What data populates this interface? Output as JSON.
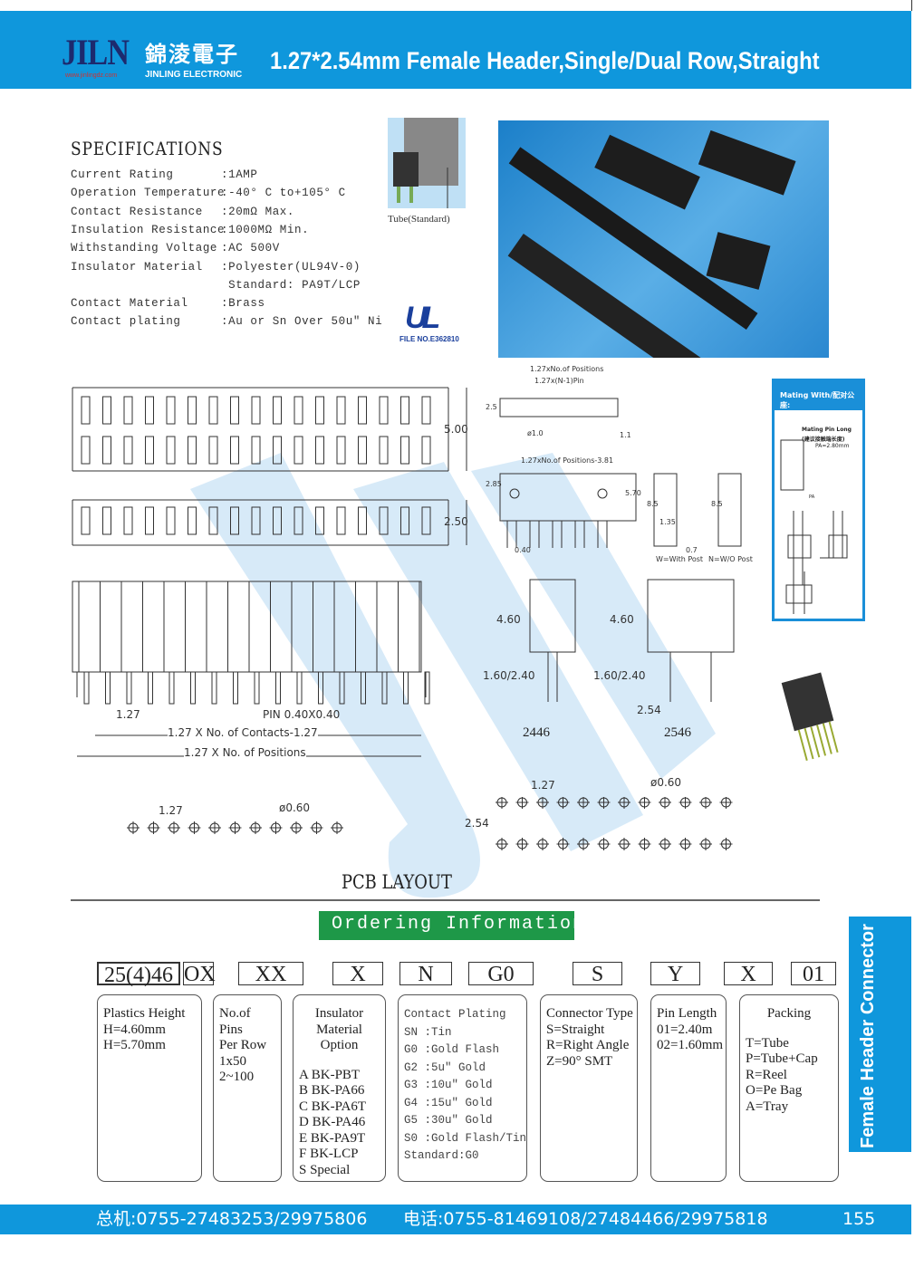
{
  "header": {
    "logo": "JILN",
    "logo_url": "www.jinlingdz.com",
    "brand_cn": "錦淩電子",
    "brand_en": "JINLING ELECTRONIC",
    "title": "1.27*2.54mm Female Header,Single/Dual Row,Straight"
  },
  "specs": {
    "title": "SPECIFICATIONS",
    "rows": [
      {
        "k": "Current Rating",
        "v": ":1AMP"
      },
      {
        "k": "Operation Temperature",
        "v": ":-40° C to+105° C"
      },
      {
        "k": "Contact Resistance",
        "v": ":20mΩ Max."
      },
      {
        "k": "Insulation Resistance",
        "v": ":1000MΩ Min."
      },
      {
        "k": "Withstanding Voltage",
        "v": ":AC 500V"
      },
      {
        "k": "Insulator Material",
        "v": ":Polyester(UL94V-0)"
      },
      {
        "k": "",
        "v": " Standard: PA9T/LCP"
      },
      {
        "k": "Contact Material",
        "v": ":Brass"
      },
      {
        "k": "Contact plating",
        "v": ":Au or Sn Over 50u\" Ni"
      }
    ]
  },
  "tube_caption": "Tube(Standard)",
  "ul": {
    "logo": "UL",
    "file": "FILE NO.E362810"
  },
  "drawing": {
    "d500": "5.00",
    "d250": "2.50",
    "pitch": "1.27",
    "pin": "PIN 0.40X0.40",
    "contacts": "1.27 X No. of Contacts-1.27",
    "positions": "1.27 X No. of Positions",
    "top_pos": "1.27xNo.of Positions",
    "top_n1": "1.27x(N-1)Pin",
    "d25": "2.5",
    "phi1": "ø1.0",
    "d11": "1.1",
    "pos381": "1.27xNo.of Positions-3.81",
    "d285": "2.85",
    "d570": "5.70",
    "d85": "8.5",
    "d135": "1.35",
    "d040": "0.40",
    "d07": "0.7",
    "w_post": "W=With Post",
    "n_post": "N=W/O Post",
    "h460": "4.60",
    "pinlen": "1.60/2.40",
    "p254": "2.54",
    "m2446": "2446",
    "m2546": "2546",
    "phi06": "ø0.60",
    "row254": "2.54"
  },
  "mating": {
    "title": "Mating With/配对公座:",
    "pin_long": "Mating Pin Long",
    "pin_long_cn": "(建议接触端长度)",
    "pa": "PA=2.80mm",
    "pa_label": "PA"
  },
  "pcb_title": "PCB LAYOUT",
  "ordering": {
    "title": "Ordering Information",
    "codes": [
      "25(4)46",
      "OX",
      "XX",
      "X",
      "N",
      "G0",
      "S",
      "Y",
      "X",
      "01"
    ],
    "boxes": [
      {
        "lines": [
          "Plastics Height",
          "H=4.60mm",
          "H=5.70mm"
        ]
      },
      {
        "lines": [
          "No.of",
          "Pins",
          "Per Row",
          "1x50",
          "2~100"
        ]
      },
      {
        "lines": [
          "Insulator",
          "Material",
          "Option",
          "",
          "A  BK-PBT",
          "B  BK-PA66",
          "C  BK-PA6T",
          "D  BK-PA46",
          "E  BK-PA9T",
          "F   BK-LCP",
          "S   Special"
        ]
      },
      {
        "lines": [
          "Contact Plating",
          "SN :Tin",
          "G0 :Gold Flash",
          "G2 :5u\" Gold",
          "G3 :10u\" Gold",
          "G4 :15u\" Gold",
          "G5 :30u\" Gold",
          "S0 :Gold Flash/Tin",
          "Standard:G0"
        ]
      },
      {
        "lines": [
          "Connector Type",
          "S=Straight",
          "R=Right Angle",
          "Z=90°  SMT"
        ]
      },
      {
        "lines": [
          "Pin Length",
          "01=2.40m",
          "02=1.60mm"
        ]
      },
      {
        "lines": [
          "Packing",
          "",
          "T=Tube",
          "P=Tube+Cap",
          "R=Reel",
          "O=Pe Bag",
          "A=Tray"
        ]
      }
    ]
  },
  "side_tab": {
    "label": "Female Header Connector",
    "letter": "F"
  },
  "footer": {
    "phone1": "总机:0755-27483253/29975806",
    "phone2": "电话:0755-81469108/27484466/29975818",
    "page": "155"
  },
  "colors": {
    "brand_blue": "#0f97dc",
    "order_green": "#1e9848",
    "logo_navy": "#1d2a6e"
  }
}
